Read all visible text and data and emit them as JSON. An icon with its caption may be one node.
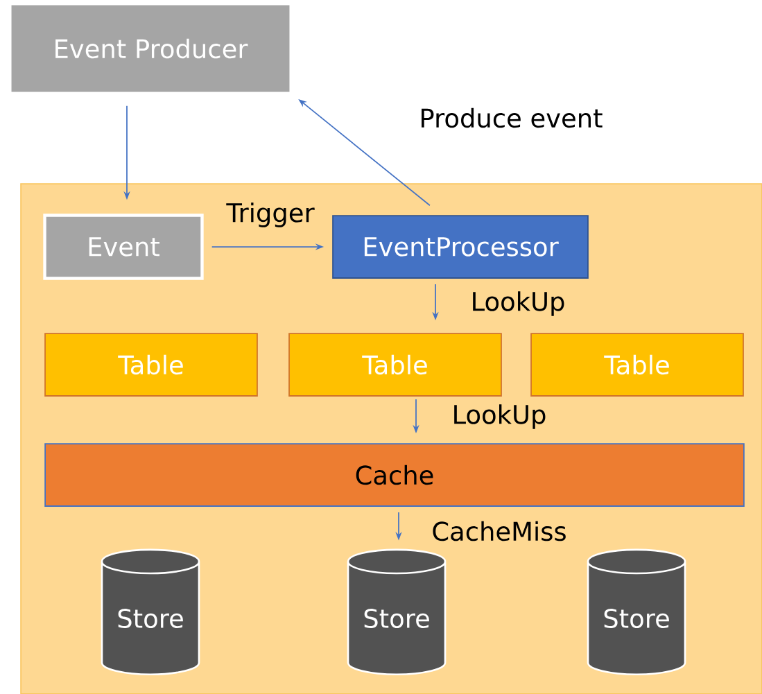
{
  "diagram": {
    "nodes": [
      {
        "text": [
          "Event Producer"
        ]
      },
      {
        "text": [],
        "shape": "box"
      },
      {
        "text": [
          "Event"
        ],
        "in": 1
      },
      {
        "text": [
          "EventProcessor"
        ],
        "in": 1
      },
      {
        "text": [
          "Table"
        ],
        "in": 1
      },
      {
        "text": [
          "Table"
        ],
        "in": 1
      },
      {
        "text": [
          "Table"
        ],
        "in": 1
      },
      {
        "text": [
          "Cache"
        ],
        "in": 1
      },
      {
        "text": [
          "Store"
        ],
        "in": 1
      },
      {
        "text": [
          "Store"
        ],
        "in": 1
      },
      {
        "text": [
          "Store"
        ],
        "in": 1
      }
    ],
    "edges": [
      {
        "from": 0,
        "to": 2,
        "arrow": "to"
      },
      {
        "from": 2,
        "to": 3,
        "arrow": "to",
        "label": "Trigger"
      },
      {
        "from": 3,
        "to": 0,
        "arrow": "to",
        "label": "Produce event"
      },
      {
        "from": 3,
        "to": 5,
        "arrow": "to",
        "label": "LookUp"
      },
      {
        "from": 5,
        "to": 7,
        "arrow": "to",
        "label": "LookUp"
      },
      {
        "from": 7,
        "to": 9,
        "arrow": "to",
        "label": "CacheMiss"
      }
    ]
  }
}
